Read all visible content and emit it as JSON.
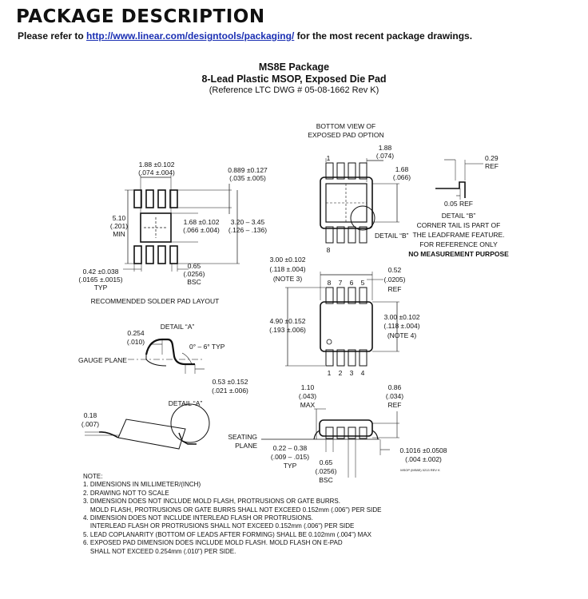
{
  "header": {
    "title": "PACKAGE DESCRIPTION",
    "ref_prefix": "Please refer to ",
    "ref_link": "http://www.linear.com/designtools/packaging/",
    "ref_suffix": " for the most recent package drawings."
  },
  "package": {
    "name": "MS8E Package",
    "subtitle": "8-Lead Plastic MSOP, Exposed Die Pad",
    "reference": "(Reference LTC DWG # 05-08-1662 Rev K)"
  },
  "solder": {
    "d1": "1.88 ±0.102",
    "d1i": "(.074 ±.004)",
    "d2": "0.889 ±0.127",
    "d2i": "(.035 ±.005)",
    "d3": "5.10",
    "d3i": "(.201)",
    "d3m": "MIN",
    "d4": "1.68 ±0.102",
    "d4i": "(.066 ±.004)",
    "d5": "3.20 – 3.45",
    "d5i": "(.126 – .136)",
    "d6": "0.42 ±0.038",
    "d6i": "(.0165 ±.0015)",
    "d6t": "TYP",
    "d7": "0.65",
    "d7i": "(.0256)",
    "d7b": "BSC",
    "caption": "RECOMMENDED SOLDER PAD LAYOUT"
  },
  "bottom": {
    "t1": "BOTTOM VIEW OF",
    "t2": "EXPOSED PAD OPTION",
    "d1": "1.88",
    "d1i": "(.074)",
    "d2": "1.68",
    "d2i": "(.066)",
    "pin1": "1",
    "pin8": "8",
    "detailb": "DETAIL “B”"
  },
  "detailB": {
    "d1": "0.29",
    "d1r": "REF",
    "d2": "0.05 REF",
    "title": "DETAIL “B”",
    "l1": "CORNER TAIL IS PART OF",
    "l2": "THE LEADFRAME FEATURE.",
    "l3": "FOR REFERENCE ONLY",
    "l4": "NO MEASUREMENT PURPOSE"
  },
  "top": {
    "d1": "3.00 ±0.102",
    "d1i": "(.118 ±.004)",
    "d1n": "(NOTE 3)",
    "d2": "0.52",
    "d2i": "(.0205)",
    "d2r": "REF",
    "d3": "4.90 ±0.152",
    "d3i": "(.193 ±.006)",
    "d4": "3.00 ±0.102",
    "d4i": "(.118 ±.004)",
    "d4n": "(NOTE 4)",
    "ptop": [
      "8",
      "7",
      "6",
      "5"
    ],
    "pbot": [
      "1",
      "2",
      "3",
      "4"
    ]
  },
  "gauge": {
    "detaila": "DETAIL “A”",
    "d1": "0.254",
    "d1i": "(.010)",
    "angle": "0° – 6° TYP",
    "plane": "GAUGE PLANE",
    "d2": "0.53 ±0.152",
    "d2i": "(.021 ±.006)"
  },
  "side": {
    "d1": "0.18",
    "d1i": "(.007)",
    "detaila": "DETAIL “A”"
  },
  "seating": {
    "d1": "1.10",
    "d1i": "(.043)",
    "d1m": "MAX",
    "d2": "0.86",
    "d2i": "(.034)",
    "d2r": "REF",
    "plane1": "SEATING",
    "plane2": "PLANE",
    "d3": "0.22 – 0.38",
    "d3i": "(.009 – .015)",
    "d3t": "TYP",
    "d4": "0.65",
    "d4i": "(.0256)",
    "d4b": "BSC",
    "d5": "0.1016 ±0.0508",
    "d5i": "(.004 ±.002)",
    "code": "MSOP (MS8E) 0213 REV K"
  },
  "notes": [
    "NOTE:",
    "1. DIMENSIONS IN MILLIMETER/(INCH)",
    "2. DRAWING NOT TO SCALE",
    "3. DIMENSION DOES NOT INCLUDE MOLD FLASH, PROTRUSIONS OR GATE BURRS.",
    "    MOLD FLASH, PROTRUSIONS OR GATE BURRS SHALL NOT EXCEED 0.152mm (.006\") PER SIDE",
    "4. DIMENSION DOES NOT INCLUDE INTERLEAD FLASH OR PROTRUSIONS.",
    "    INTERLEAD FLASH OR PROTRUSIONS SHALL NOT EXCEED 0.152mm (.006\") PER SIDE",
    "5. LEAD COPLANARITY (BOTTOM OF LEADS AFTER FORMING) SHALL BE 0.102mm (.004\") MAX",
    "6. EXPOSED PAD DIMENSION DOES INCLUDE MOLD FLASH. MOLD FLASH ON E-PAD",
    "    SHALL NOT EXCEED 0.254mm (.010\") PER SIDE."
  ]
}
